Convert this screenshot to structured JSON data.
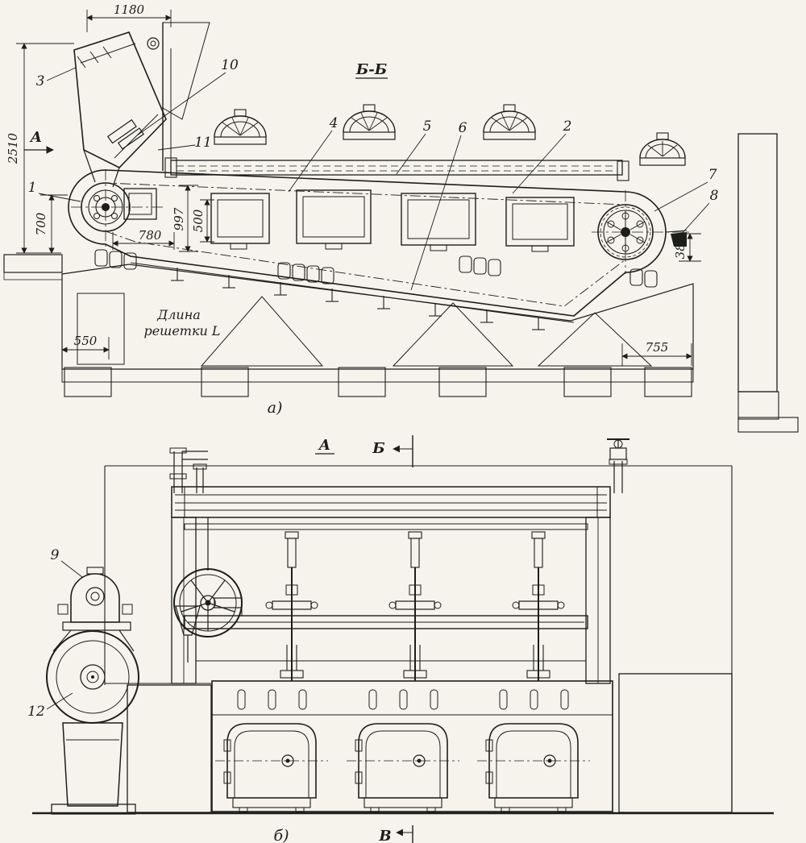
{
  "drawing": {
    "paper_color": "#f5f3ec",
    "ink_color": "#1d1d1b",
    "description": "Two-view technical drawing of a mechanical chain-grate stoker"
  },
  "view_a": {
    "section_label": "Б-Б",
    "view_arrow": "А",
    "caption": "а)",
    "grate_length_line1": "Длина",
    "grate_length_line2": "решетки L",
    "callouts": {
      "c1": "1",
      "c2": "2",
      "c3": "3",
      "c4": "4",
      "c5": "5",
      "c6": "6",
      "c7": "7",
      "c8": "8",
      "c10": "10",
      "c11": "11"
    },
    "dims": {
      "d1180": "1180",
      "d2510": "2510",
      "d700": "700",
      "d780": "780",
      "d997": "997",
      "d500": "500",
      "d385": "385",
      "d550": "550",
      "d755": "755"
    }
  },
  "view_b": {
    "view_label": "А",
    "section_marker_top": "Б",
    "section_marker_bottom": "В",
    "caption": "б)",
    "callouts": {
      "c9": "9",
      "c12": "12"
    }
  }
}
